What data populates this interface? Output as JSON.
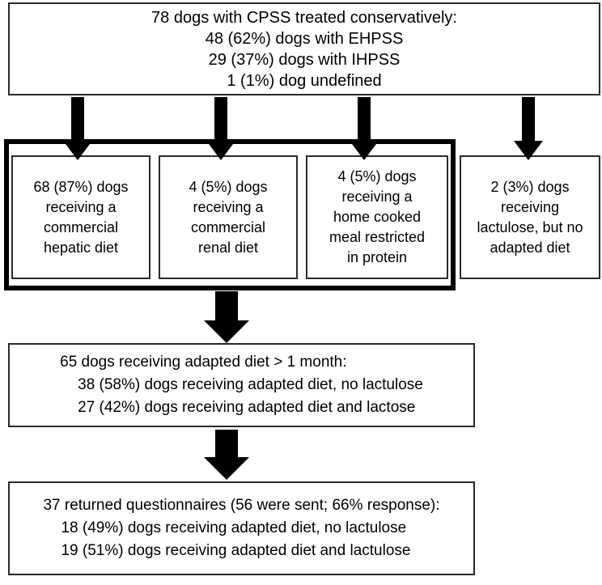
{
  "diagram": {
    "title": "CPSS conservative treatment flowchart",
    "accent_color": "#000000",
    "box_border_color": "#2a2a2a",
    "background_color": "#ffffff"
  },
  "nodes": {
    "top": {
      "name": "cohort-summary",
      "lines": [
        "78 dogs with CPSS treated conservatively:",
        "48 (62%) dogs with EHPSS",
        "29 (37%) dogs with IHPSS",
        "1 (1%) dog undefined"
      ]
    },
    "hepatic": {
      "name": "commercial-hepatic-diet",
      "lines": [
        "68 (87%) dogs",
        "receiving a",
        "commercial",
        "hepatic diet"
      ]
    },
    "renal": {
      "name": "commercial-renal-diet",
      "lines": [
        "4 (5%) dogs",
        "receiving a",
        "commercial",
        "renal diet"
      ]
    },
    "home_cooked": {
      "name": "home-cooked-meal",
      "lines": [
        "4 (5%) dogs",
        "receiving a",
        "home cooked",
        "meal restricted",
        "in protein"
      ]
    },
    "lactulose_only": {
      "name": "lactulose-no-adapted-diet",
      "lines": [
        "2 (3%) dogs",
        "receiving",
        "lactulose, but no",
        "adapted diet"
      ]
    },
    "adapted_diet": {
      "name": "adapted-diet-over-1-month",
      "lines": [
        "65 dogs receiving adapted diet > 1 month:",
        "38 (58%) dogs receiving adapted diet, no lactulose",
        "27 (42%) dogs receiving adapted diet and lactose"
      ]
    },
    "questionnaires": {
      "name": "returned-questionnaires",
      "lines": [
        "37 returned questionnaires (56 were sent; 66% response):",
        "18 (49%) dogs receiving adapted diet, no lactulose",
        "19 (51%) dogs receiving adapted diet and lactulose"
      ]
    }
  },
  "connectors": {
    "top_to_hepatic": "down-arrow-icon",
    "top_to_renal": "down-arrow-icon",
    "top_to_home_cooked": "down-arrow-icon",
    "top_to_lactulose_only": "down-arrow-icon",
    "group_to_adapted_diet": "down-arrow-icon",
    "adapted_diet_to_questionnaires": "down-arrow-icon"
  },
  "grouping": {
    "name": "adapted-diet-group-outline",
    "label": ""
  }
}
